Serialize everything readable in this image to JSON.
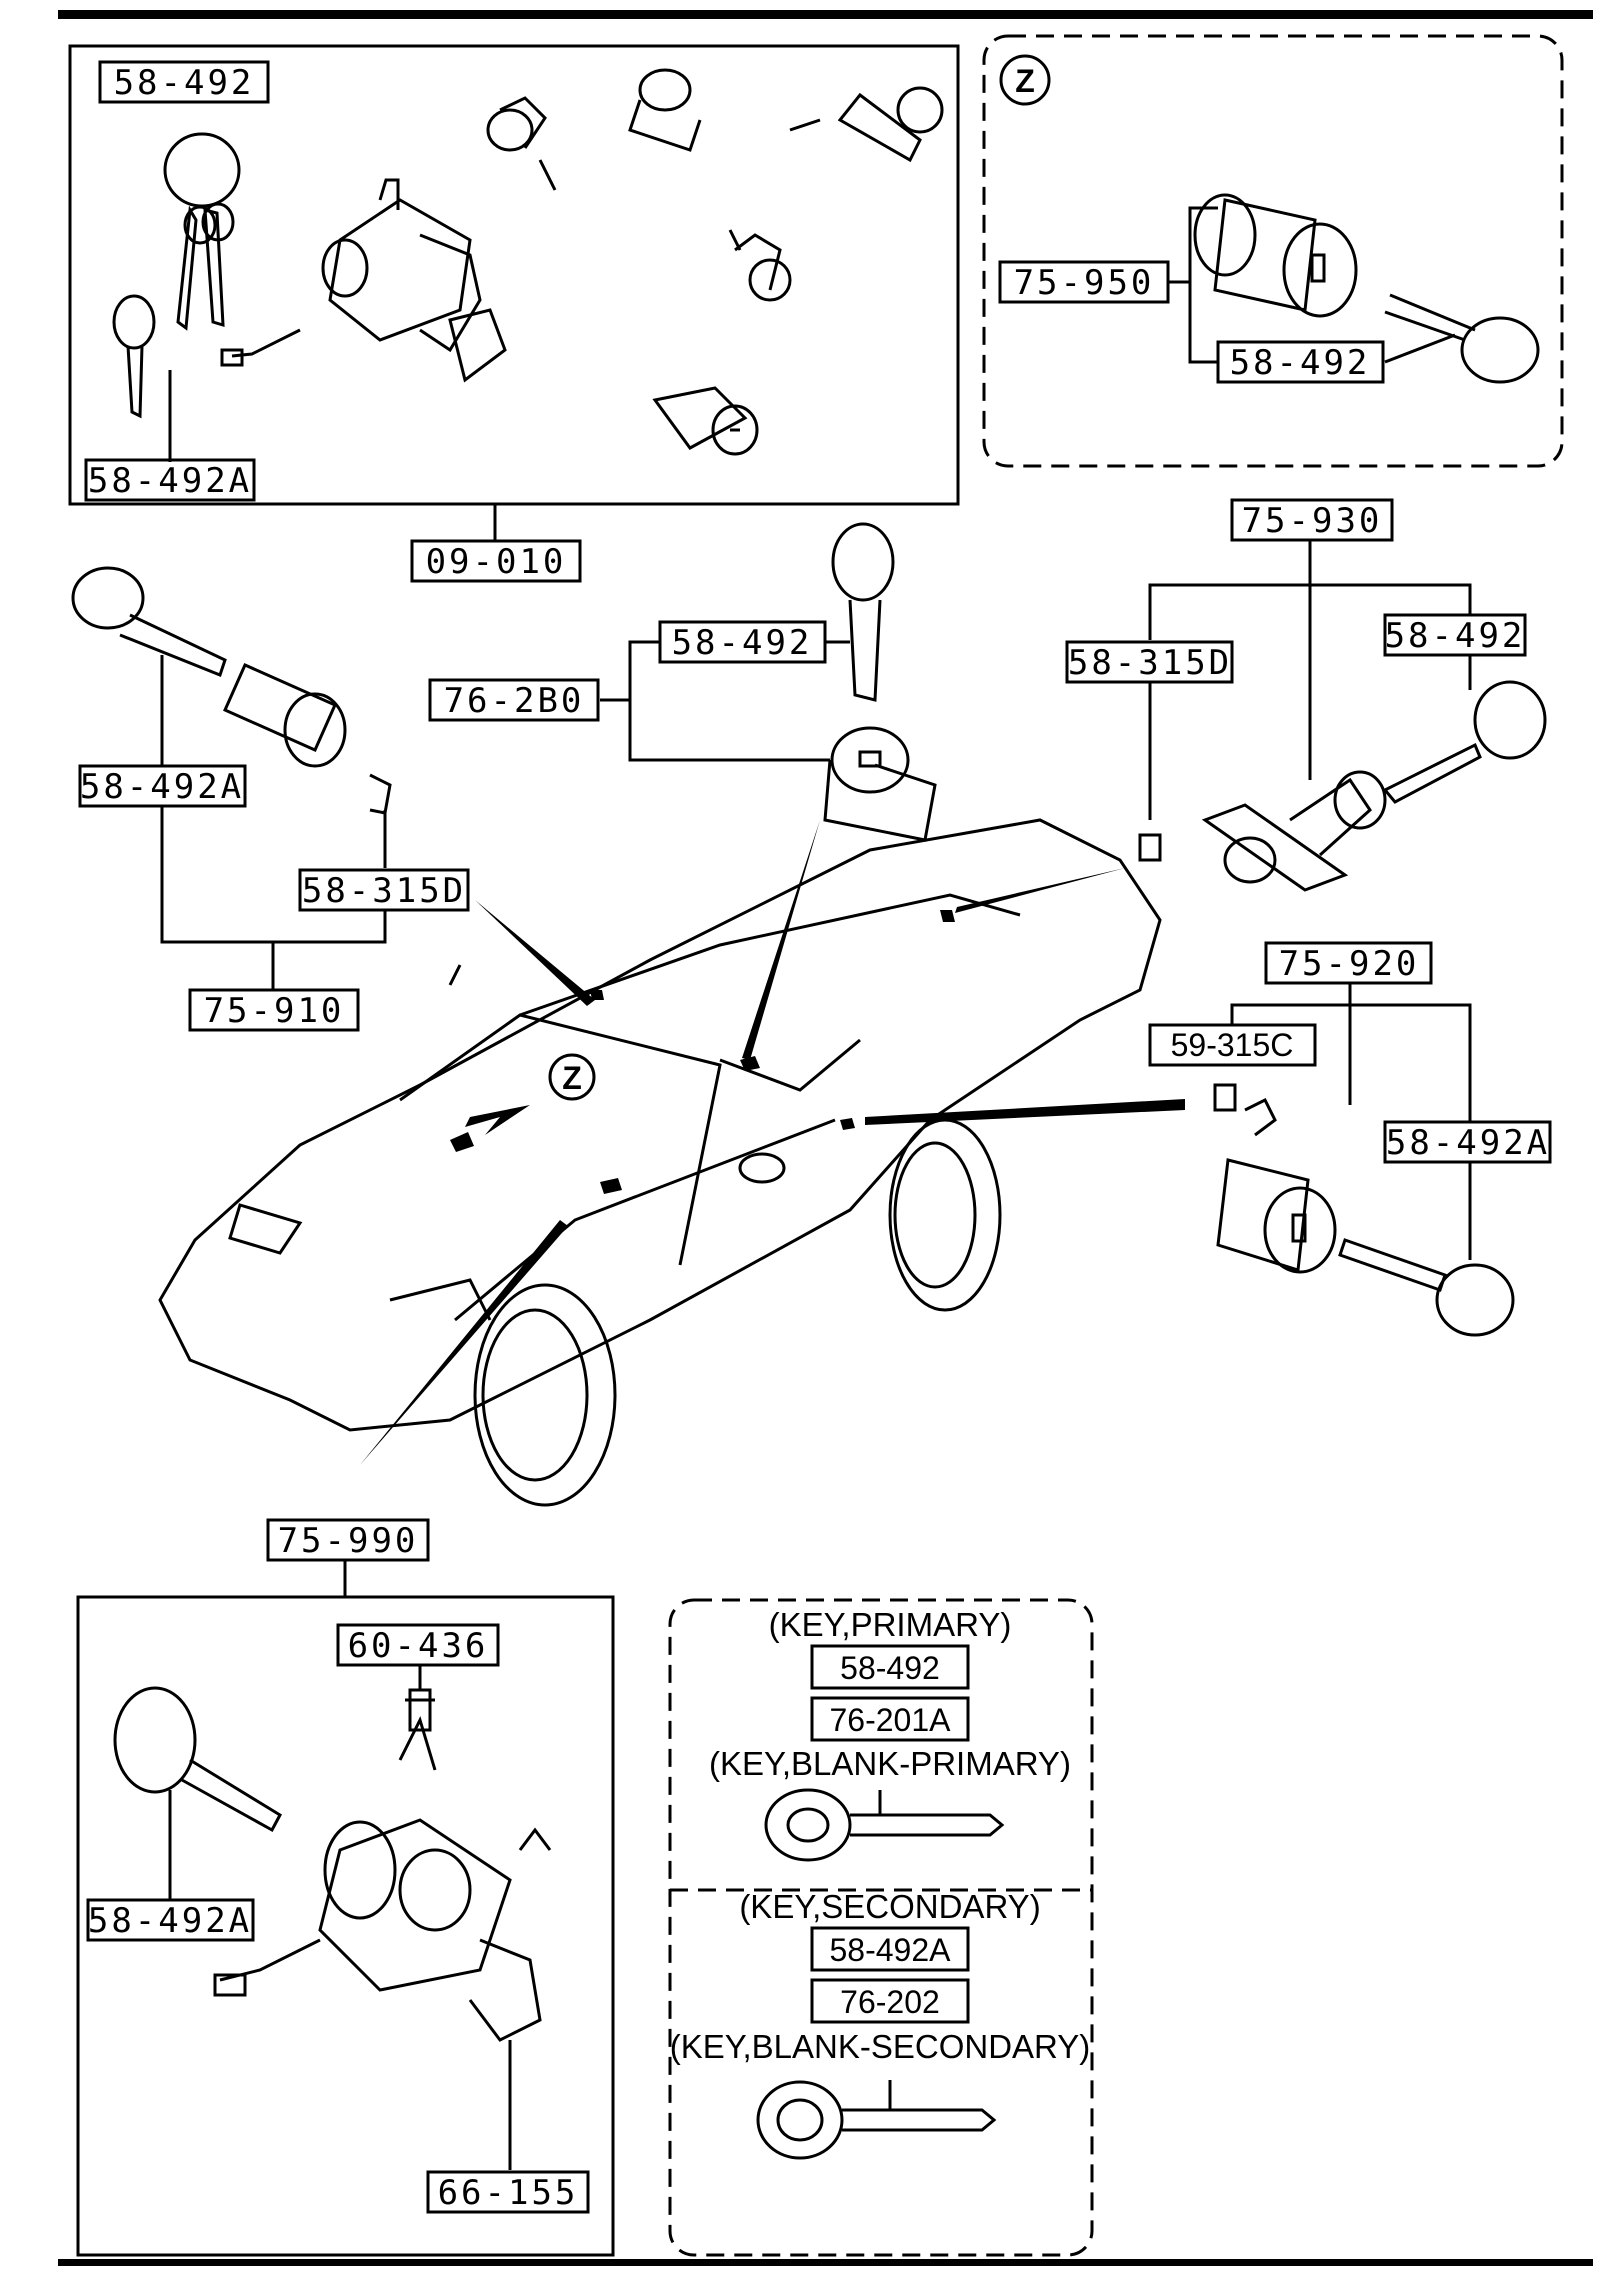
{
  "top_left_box": {
    "label_keys_top": "58-492",
    "label_key_bottom": "58-492A",
    "assembly_label": "09-010"
  },
  "z_detail": {
    "marker": "Z",
    "label_cylinder": "75-950",
    "label_key": "58-492"
  },
  "left_cylinder": {
    "label_key": "58-492A",
    "label_clip": "58-315D",
    "assembly_label": "75-910"
  },
  "center_cylinder": {
    "label_key": "58-492",
    "assembly_label": "76-2B0"
  },
  "right_upper_cylinder": {
    "assembly_label": "75-930",
    "label_clip": "58-315D",
    "label_key": "58-492"
  },
  "right_lower_cylinder": {
    "assembly_label": "75-920",
    "label_clip": "59-315C",
    "label_key": "58-492A"
  },
  "car": {
    "z_marker": "Z"
  },
  "steering_lock": {
    "assembly_label": "75-990",
    "label_bolt": "60-436",
    "label_key": "58-492A",
    "label_bracket": "66-155"
  },
  "key_legend": {
    "primary_caption": "(KEY,PRIMARY)",
    "primary_part": "58-492",
    "primary_blank_part": "76-201A",
    "primary_blank_caption": "(KEY,BLANK-PRIMARY)",
    "secondary_caption": "(KEY,SECONDARY)",
    "secondary_part": "58-492A",
    "secondary_blank_part": "76-202",
    "secondary_blank_caption": "(KEY,BLANK-SECONDARY)"
  }
}
